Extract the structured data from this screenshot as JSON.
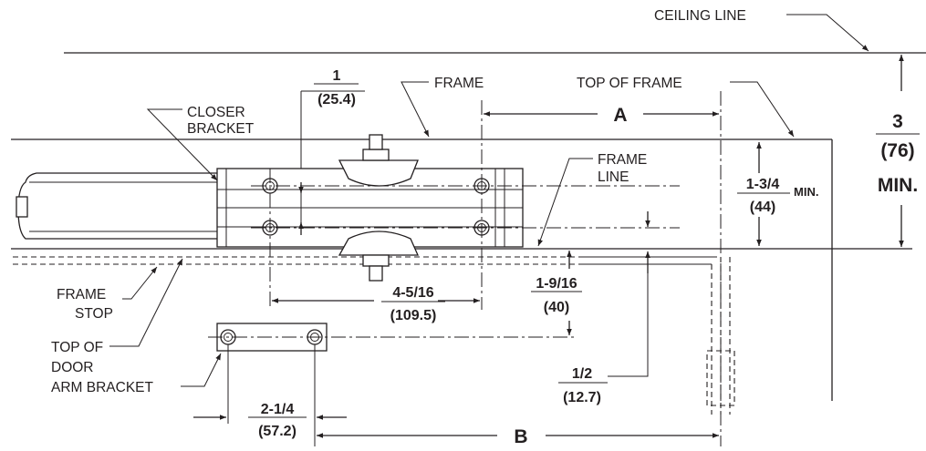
{
  "labels": {
    "ceiling_line": "CEILING LINE",
    "frame": "FRAME",
    "top_of_frame": "TOP OF FRAME",
    "closer_bracket_1": "CLOSER",
    "closer_bracket_2": "BRACKET",
    "frame_line_1": "FRAME",
    "frame_line_2": "LINE",
    "frame_stop_1": "FRAME",
    "frame_stop_2": "STOP",
    "top_of_door_1": "TOP OF",
    "top_of_door_2": "DOOR",
    "arm_bracket": "ARM BRACKET",
    "dim_a": "A",
    "dim_b": "B"
  },
  "dimensions": {
    "d1_in": "1",
    "d1_mm": "(25.4)",
    "d3_in": "3",
    "d3_mm": "(76)",
    "d3_note": "MIN.",
    "d134_in": "1-3/4",
    "d134_mm": "(44)",
    "d134_note": "MIN.",
    "d4516_in": "4-5/16",
    "d4516_mm": "(109.5)",
    "d1916_in": "1-9/16",
    "d1916_mm": "(40)",
    "d12_in": "1/2",
    "d12_mm": "(12.7)",
    "d214_in": "2-1/4",
    "d214_mm": "(57.2)"
  }
}
